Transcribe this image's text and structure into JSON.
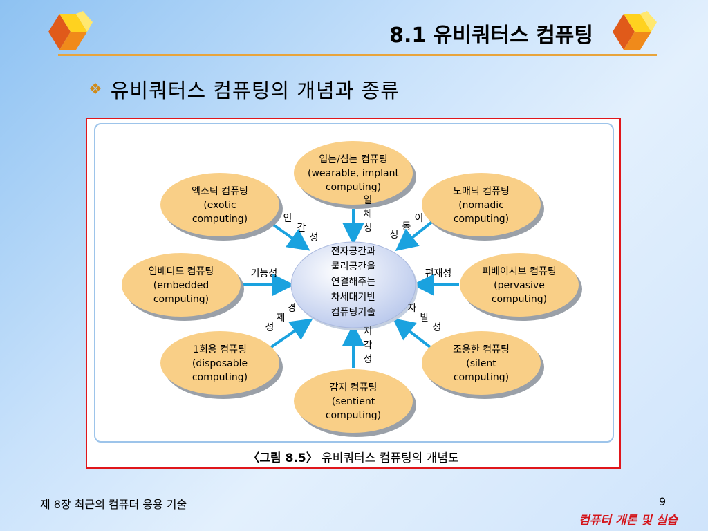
{
  "header": {
    "title": "8.1 유비쿼터스 컴퓨팅",
    "subtitle": "유비쿼터스 컴퓨팅의 개념과 종류",
    "bullet_glyph": "❖"
  },
  "diagram": {
    "center": [
      "전자공간과",
      "물리공간을",
      "연결해주는",
      "차세대기반",
      "컴퓨팅기술"
    ],
    "nodes": [
      {
        "id": "wearable",
        "lines": [
          "입는/심는 컴퓨팅",
          "(wearable, implant",
          "computing)"
        ]
      },
      {
        "id": "nomadic",
        "lines": [
          "노매딕 컴퓨팅",
          "(nomadic",
          "computing)"
        ]
      },
      {
        "id": "pervasive",
        "lines": [
          "퍼베이시브 컴퓨팅",
          "(pervasive",
          "computing)"
        ]
      },
      {
        "id": "silent",
        "lines": [
          "조용한 컴퓨팅",
          "(silent",
          "computing)"
        ]
      },
      {
        "id": "sentient",
        "lines": [
          "감지 컴퓨팅",
          "(sentient",
          "computing)"
        ]
      },
      {
        "id": "disposable",
        "lines": [
          "1회용 컴퓨팅",
          "(disposable",
          "computing)"
        ]
      },
      {
        "id": "embedded",
        "lines": [
          "임베디드 컴퓨팅",
          "(embedded",
          "computing)"
        ]
      },
      {
        "id": "exotic",
        "lines": [
          "엑조틱 컴퓨팅",
          "(exotic",
          "computing)"
        ]
      }
    ],
    "edge_labels": {
      "wearable": [
        "일",
        "체",
        "성"
      ],
      "nomadic": [
        "이",
        "동",
        "성"
      ],
      "pervasive": [
        "편재성"
      ],
      "silent": [
        "자",
        "발",
        "성"
      ],
      "sentient": [
        "지",
        "각",
        "성"
      ],
      "disposable": [
        "경",
        "제",
        "성"
      ],
      "embedded": [
        "기능성"
      ],
      "exotic": [
        "인",
        "간",
        "성"
      ]
    },
    "colors": {
      "node_fill": "#f9cf87",
      "node_shadow": "#9aa0a8",
      "center_fill": "#b9c8ec",
      "arrow": "#1aa2df"
    }
  },
  "caption": {
    "number": "〈그림 8.5〉",
    "text": "유비쿼터스 컴퓨팅의 개념도"
  },
  "footer": {
    "chapter": "제 8장 최근의 컴퓨터 응용 기술",
    "page": "9",
    "brand": "컴퓨터 개론 및 실습"
  },
  "icons": {
    "left": "cube-icon",
    "right": "cube-icon"
  }
}
